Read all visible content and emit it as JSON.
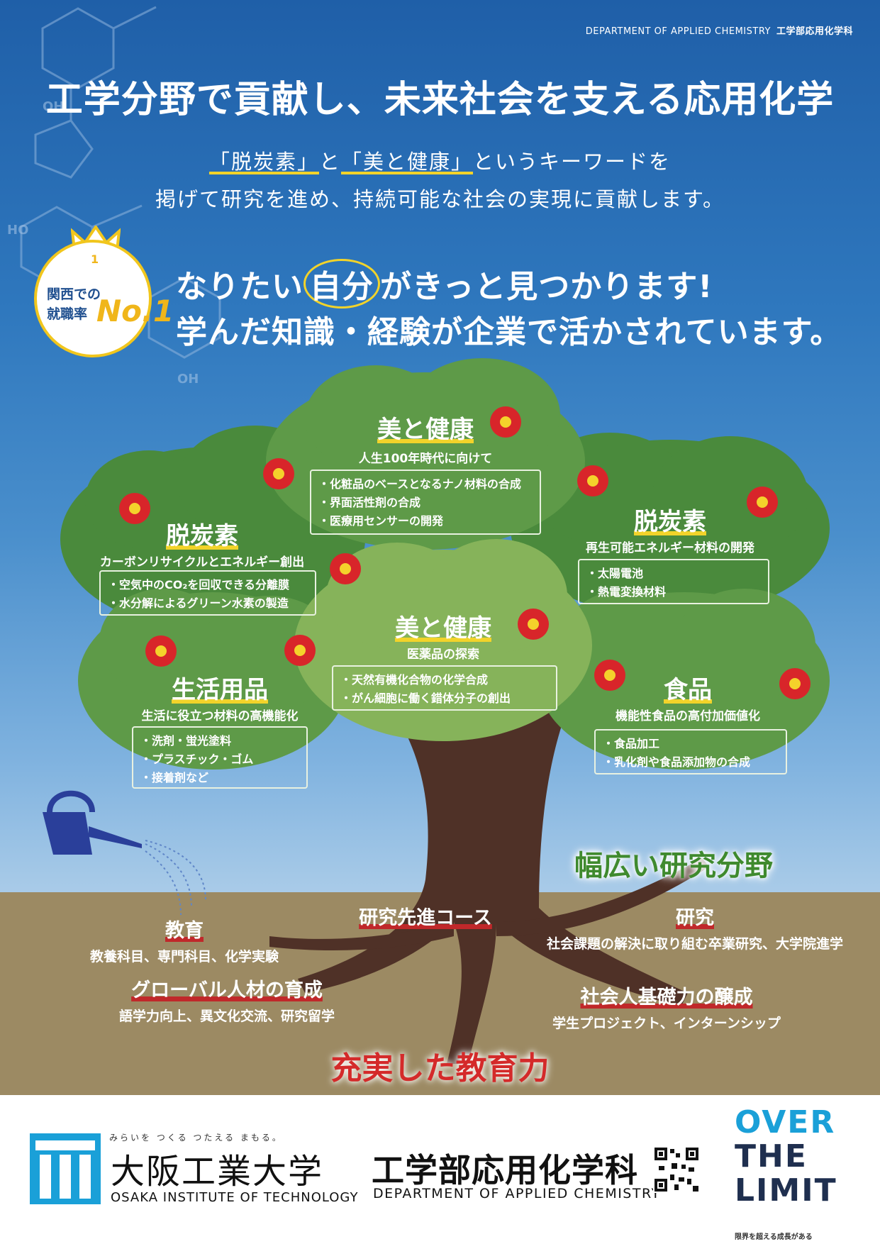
{
  "header": {
    "dept_en": "DEPARTMENT OF APPLIED CHEMISTRY",
    "dept_ja": "工学部応用化学科",
    "title": "工学分野で貢献し、未来社会を支える応用化学",
    "subtitle_kw1": "「脱炭素」",
    "subtitle_mid": "と",
    "subtitle_kw2": "「美と健康」",
    "subtitle_rest": "というキーワードを",
    "subtitle_line2": "掲げて研究を進め、持続可能な社会の実現に貢献します。"
  },
  "badge": {
    "rank": "1",
    "line1": "関西での",
    "line2": "就職率",
    "no1": "No.1"
  },
  "lead": {
    "l1_pre": "なりたい",
    "l1_hl": "自分",
    "l1_post": "がきっと見つかります!",
    "l2": "学んだ知識・経験が企業で活かされています。"
  },
  "tree": {
    "title": "幅広い研究分野",
    "clouds": {
      "top": {
        "label": "美と健康",
        "sub": "人生100年時代に向けて",
        "items": [
          "・化粧品のベースとなるナノ材料の合成",
          "・界面活性剤の合成",
          "・医療用センサーの開発"
        ]
      },
      "left": {
        "label": "脱炭素",
        "sub": "カーボンリサイクルとエネルギー創出",
        "items": [
          "・空気中のCO₂を回収できる分離膜",
          "・水分解によるグリーン水素の製造"
        ]
      },
      "right": {
        "label": "脱炭素",
        "sub": "再生可能エネルギー材料の開発",
        "items": [
          "・太陽電池",
          "・熱電変換材料"
        ]
      },
      "center": {
        "label": "美と健康",
        "sub": "医薬品の探索",
        "items": [
          "・天然有機化合物の化学合成",
          "・がん細胞に働く錯体分子の創出"
        ]
      },
      "lower_left": {
        "label": "生活用品",
        "sub": "生活に役立つ材料の高機能化",
        "items": [
          "・洗剤・蛍光塗料",
          "・プラスチック・ゴム",
          "・接着剤など"
        ]
      },
      "lower_right": {
        "label": "食品",
        "sub": "機能性食品の高付加価値化",
        "items": [
          "・食品加工",
          "・乳化剤や食品添加物の合成"
        ]
      }
    }
  },
  "roots": {
    "advanced": "研究先進コース",
    "education": {
      "head": "教育",
      "text": "教養科目、専門科目、化学実験"
    },
    "research": {
      "head": "研究",
      "text": "社会課題の解決に取り組む卒業研究、大学院進学"
    },
    "global": {
      "head": "グローバル人材の育成",
      "text": "語学力向上、異文化交流、研究留学"
    },
    "social": {
      "head": "社会人基礎力の醸成",
      "text": "学生プロジェクト、インターンシップ"
    },
    "title": "充実した教育力"
  },
  "footer": {
    "tagline": "みらいを つくる つたえる まもる。",
    "univ_ja": "大阪工業大学",
    "univ_en": "OSAKA INSTITUTE OF TECHNOLOGY",
    "dept_ja": "工学部応用化学科",
    "dept_en": "DEPARTMENT OF APPLIED CHEMISTRY",
    "otl1": "OVER",
    "otl2": "THE",
    "otl3": "LIMIT",
    "otl_sub": "限界を超える成長がある"
  },
  "colors": {
    "sky": "#2f78be",
    "leaf_dark": "#4a8a3c",
    "leaf_light": "#86b35a",
    "ground": "#9c8a63",
    "accent_yellow": "#f2d32a",
    "accent_red": "#c0282a"
  }
}
